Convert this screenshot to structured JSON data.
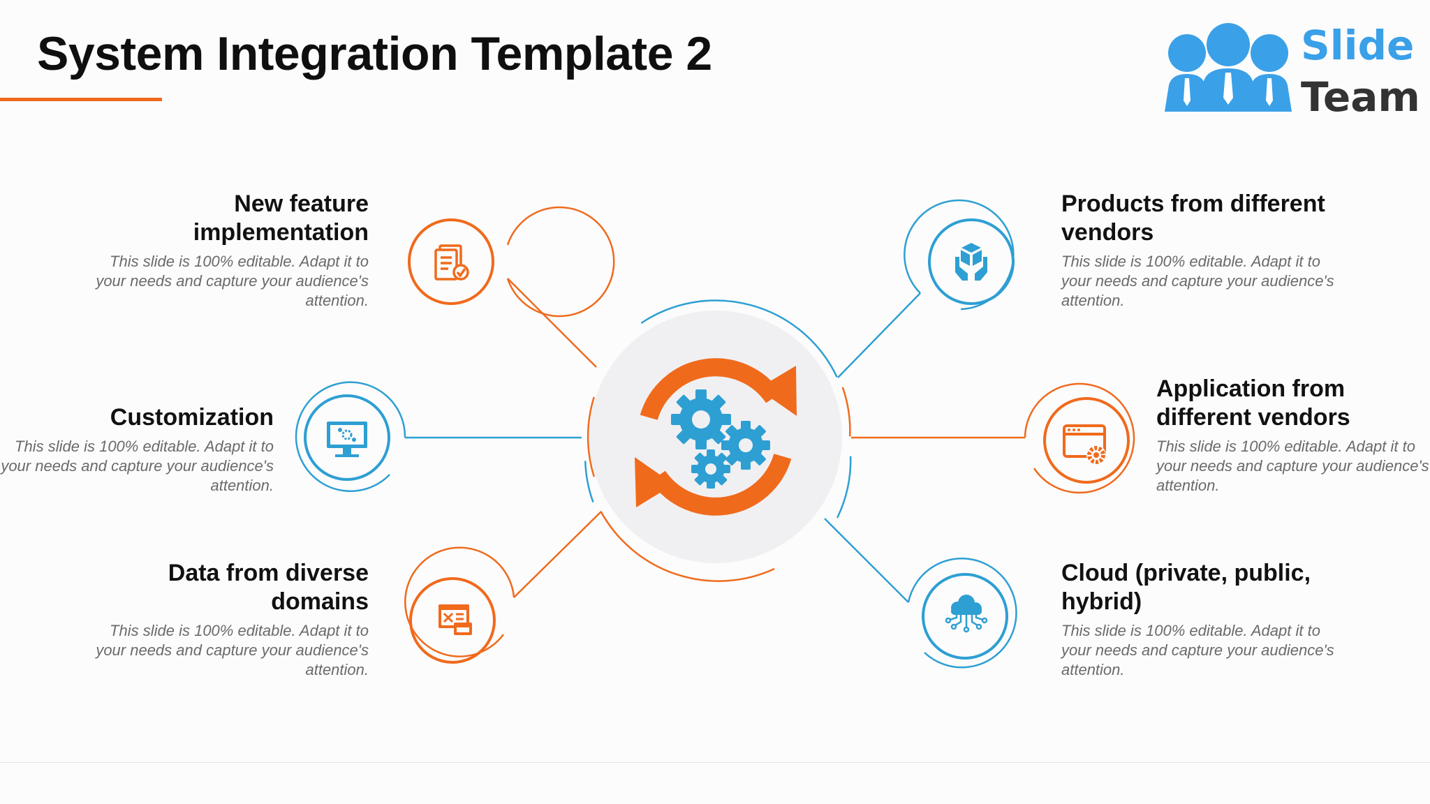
{
  "title": "System Integration Template 2",
  "logo": {
    "word1": "Slide",
    "word2": "Team"
  },
  "colors": {
    "accent_orange": "#f06a1c",
    "accent_blue": "#2e9fd3",
    "center_fill": "#f0f0f2",
    "title_text": "#0f0f0f"
  },
  "center": {
    "icon": "sync-gears-icon"
  },
  "items": [
    {
      "heading": "New feature implementation",
      "body": "This slide is 100% editable. Adapt it to your needs and capture your audience's attention.",
      "icon": "document-check-icon",
      "color": "orange"
    },
    {
      "heading": "Customization",
      "body": "This slide is 100% editable. Adapt it to your needs and capture your audience's attention.",
      "icon": "monitor-settings-icon",
      "color": "blue"
    },
    {
      "heading": "Data from diverse domains",
      "body": "This slide is 100% editable. Adapt it to your needs and capture your audience's attention.",
      "icon": "data-windows-icon",
      "color": "orange"
    },
    {
      "heading": "Products from different vendors",
      "body": "This slide is 100% editable. Adapt it to your needs and capture your audience's attention.",
      "icon": "hands-box-icon",
      "color": "blue"
    },
    {
      "heading": "Application from different vendors",
      "body": "This slide is 100% editable. Adapt it to your needs and capture your audience's attention.",
      "icon": "app-window-gear-icon",
      "color": "orange"
    },
    {
      "heading": "Cloud (private, public, hybrid)",
      "body": "This slide is 100% editable. Adapt it to your needs and capture your audience's attention.",
      "icon": "cloud-network-icon",
      "color": "blue"
    }
  ]
}
